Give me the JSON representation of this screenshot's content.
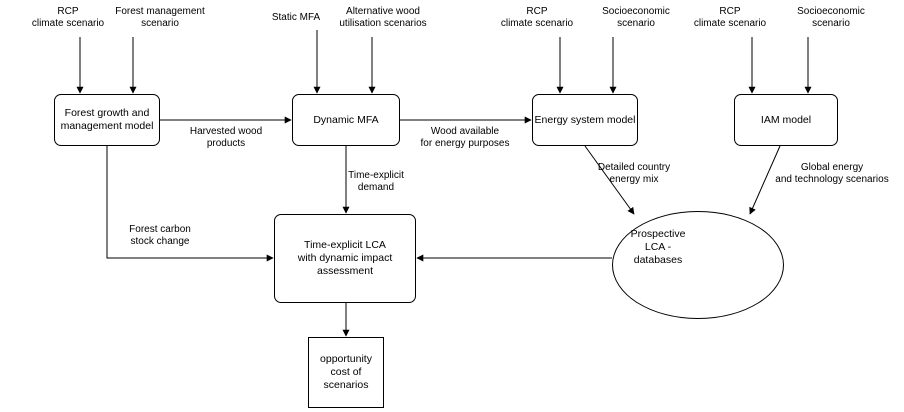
{
  "inputs": {
    "rcp_1": "RCP\nclimate scenario",
    "forest_mgmt": "Forest management\nscenario",
    "static_mfa": "Static MFA",
    "alt_wood": "Alternative wood\nutilisation scenarios",
    "rcp_2": "RCP\nclimate scenario",
    "socio_1": "Socioeconomic\nscenario",
    "rcp_3": "RCP\nclimate scenario",
    "socio_2": "Socioeconomic\nscenario"
  },
  "boxes": {
    "forest_model": "Forest growth and\nmanagement model",
    "dynamic_mfa": "Dynamic MFA",
    "energy_model": "Energy system model",
    "iam_model": "IAM model",
    "lca": "Time-explicit LCA\nwith dynamic impact\nassessment",
    "opportunity": "opportunity\ncost of\nscenarios"
  },
  "database": {
    "label": "Prospective\nLCA -\ndatabases"
  },
  "edges": {
    "harvested": "Harvested wood\nproducts",
    "wood_available": "Wood available\nfor energy purposes",
    "time_demand": "Time-explicit\ndemand",
    "forest_carbon": "Forest carbon\nstock change",
    "country_mix": "Detailed country\nenergy mix",
    "global_energy": "Global energy\nand technology scenarios"
  }
}
